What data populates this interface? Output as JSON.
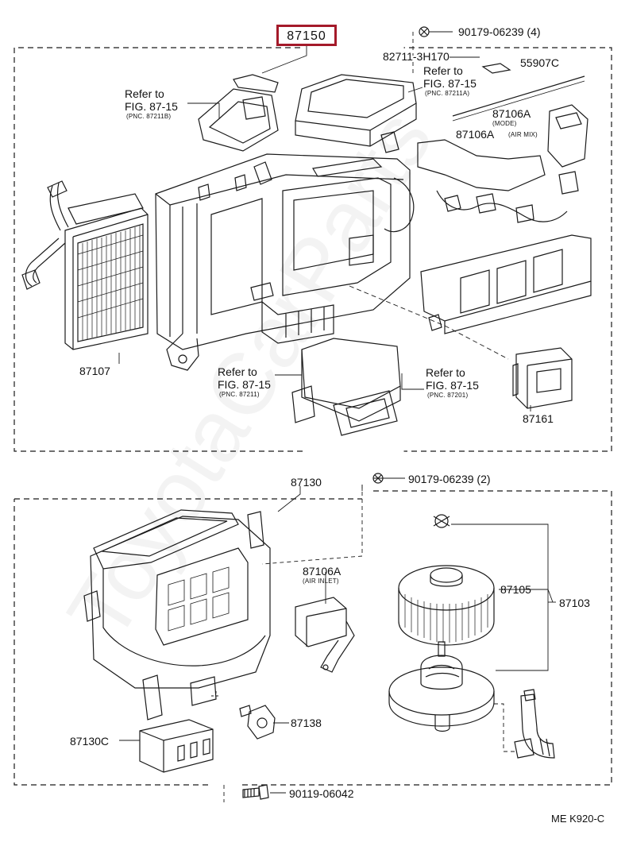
{
  "header": {
    "assembly_part": "87150"
  },
  "upper_group": {
    "labels": {
      "p90179_4": "90179-06239 (4)",
      "p82711": "82711-3H170",
      "p55907c": "55907C",
      "p87106a_mode": "87106A",
      "p87106a_mode_sub": "(MODE)",
      "p87106a_airmix": "87106A",
      "p87106a_airmix_sub": "(AIR MIX)",
      "p87107": "87107",
      "p87161": "87161"
    },
    "refs": {
      "ref1_line1": "Refer to",
      "ref1_line2": "FIG. 87-15",
      "ref1_pnc": "(PNC. 87211B)",
      "ref2_line1": "Refer to",
      "ref2_line2": "FIG. 87-15",
      "ref2_pnc": "(PNC. 87211A)",
      "ref3_line1": "Refer to",
      "ref3_line2": "FIG. 87-15",
      "ref3_pnc": "(PNC. 87211)",
      "ref4_line1": "Refer to",
      "ref4_line2": "FIG. 87-15",
      "ref4_pnc": "(PNC. 87201)"
    }
  },
  "lower_group": {
    "labels": {
      "p87130": "87130",
      "p90179_2": "90179-06239 (2)",
      "p87106a_inlet": "87106A",
      "p87106a_inlet_sub": "(AIR INLET)",
      "p87105": "87105",
      "p87103": "87103",
      "p87138": "87138",
      "p87130c": "87130C",
      "p90119": "90119-06042"
    }
  },
  "footer": {
    "code": "ME K920-C"
  },
  "watermark": {
    "text": "ToyotaCarParts"
  },
  "colors": {
    "line": "#1a1a1a",
    "highlight": "#a41a2a",
    "background": "#ffffff"
  }
}
